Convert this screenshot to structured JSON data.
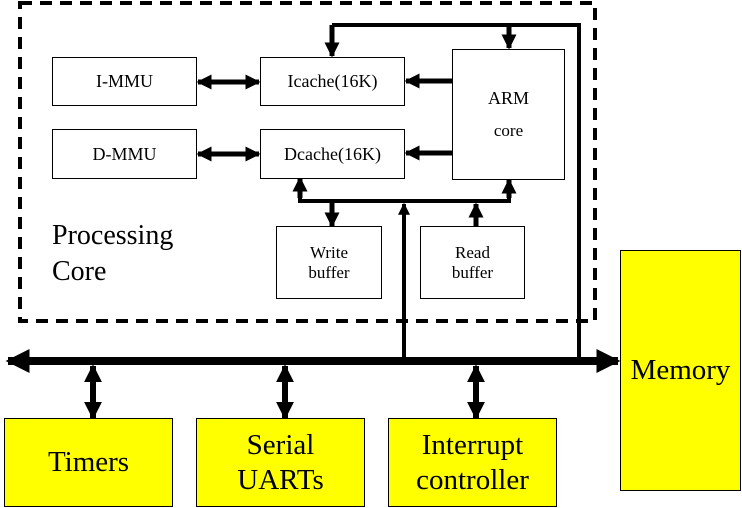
{
  "diagram": {
    "title": "Processing Core",
    "processing_core_label": [
      "Processing",
      "Core"
    ],
    "colors": {
      "peripheral_fill": "#ffff00",
      "line": "#000000",
      "box_fill": "#ffffff"
    },
    "blocks": {
      "immu": "I-MMU",
      "dmmu": "D-MMU",
      "icache": "Icache(16K)",
      "dcache": "Dcache(16K)",
      "arm_core": [
        "ARM",
        "core"
      ],
      "write_buffer": [
        "Write",
        "buffer"
      ],
      "read_buffer": [
        "Read",
        "buffer"
      ]
    },
    "peripherals": {
      "timers": "Timers",
      "serial_uarts": [
        "Serial",
        "UARTs"
      ],
      "interrupt_controller": [
        "Interrupt",
        "controller"
      ],
      "memory": "Memory"
    },
    "connections": [
      {
        "from": "I-MMU",
        "to": "Icache(16K)",
        "type": "bidirectional"
      },
      {
        "from": "D-MMU",
        "to": "Dcache(16K)",
        "type": "bidirectional"
      },
      {
        "from": "ARM core",
        "to": "Icache(16K)",
        "type": "directed"
      },
      {
        "from": "ARM core",
        "to": "Dcache(16K)",
        "type": "directed"
      },
      {
        "from": "System bus",
        "to": "Icache(16K)",
        "type": "directed"
      },
      {
        "from": "System bus",
        "to": "ARM core",
        "type": "directed"
      },
      {
        "from": "Internal bus",
        "to": "Dcache(16K)",
        "type": "directed"
      },
      {
        "from": "Internal bus",
        "to": "Write buffer",
        "type": "directed"
      },
      {
        "from": "Read buffer",
        "to": "Internal bus",
        "type": "directed"
      },
      {
        "from": "Internal bus",
        "to": "ARM core",
        "type": "directed"
      },
      {
        "from": "System bus",
        "to": "Internal bus",
        "type": "directed"
      },
      {
        "from": "System bus",
        "to": "Memory",
        "type": "directed"
      },
      {
        "from": "System bus",
        "to": "Timers",
        "type": "bidirectional"
      },
      {
        "from": "System bus",
        "to": "Serial UARTs",
        "type": "bidirectional"
      },
      {
        "from": "System bus",
        "to": "Interrupt controller",
        "type": "bidirectional"
      }
    ]
  }
}
